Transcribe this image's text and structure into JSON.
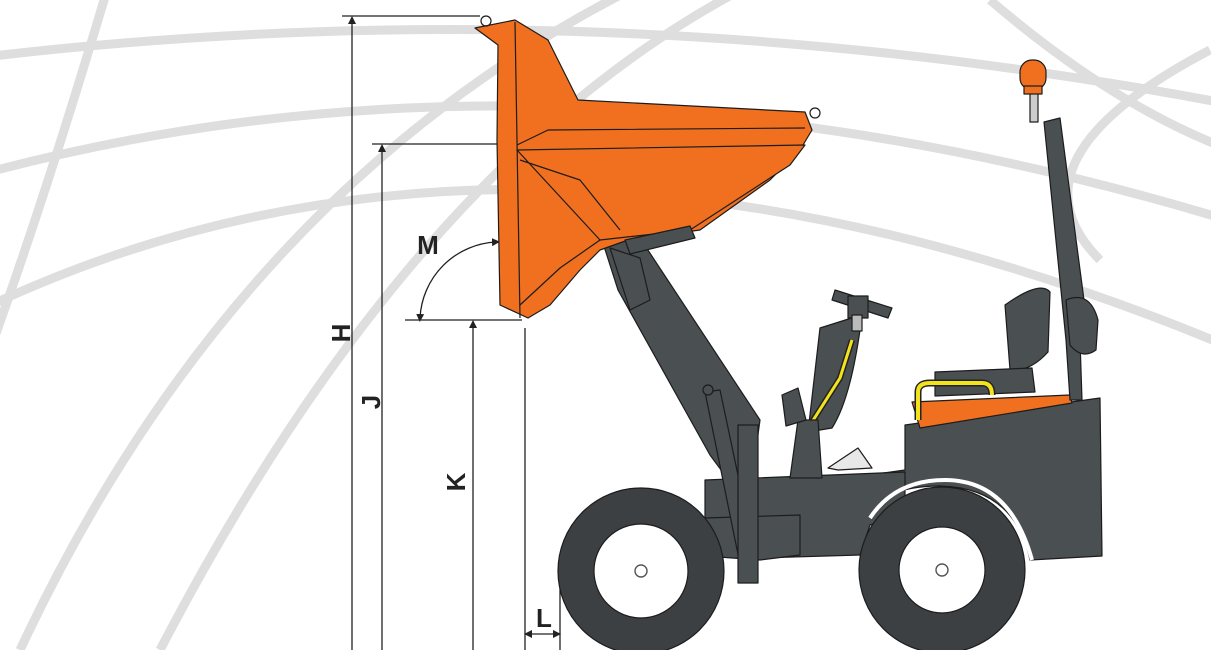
{
  "colors": {
    "body_orange": "#f07020",
    "chassis_grey": "#4a4f52",
    "tire_dark": "#3c4043",
    "rim_white": "#ffffff",
    "handle_yellow": "#f2e31d",
    "arc_grey": "#dddddd",
    "dimension_line": "#222222"
  },
  "dimensions": {
    "H": "H",
    "J": "J",
    "K": "K",
    "L": "L",
    "M": "M"
  },
  "icons": {
    "beacon": "beacon-light-icon",
    "steering": "steering-wheel-icon",
    "seat": "seat-icon"
  }
}
